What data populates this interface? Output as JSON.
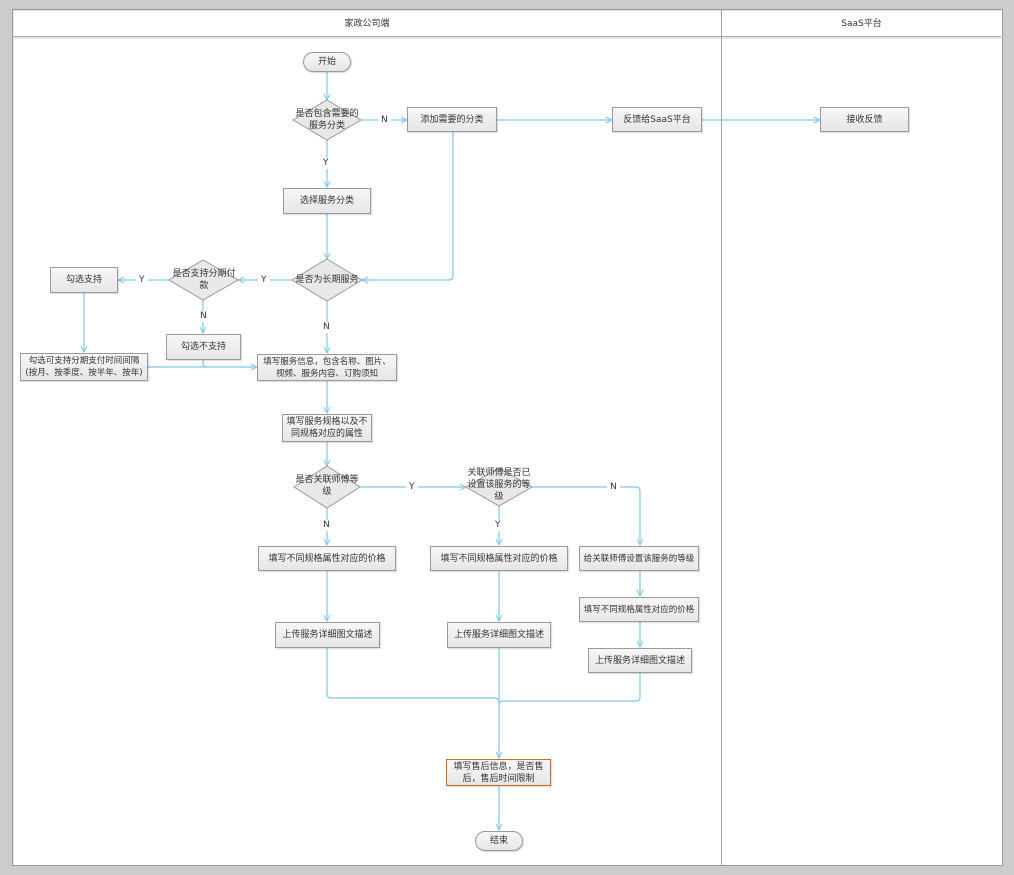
{
  "lanes": [
    {
      "id": "company",
      "title": "家政公司端"
    },
    {
      "id": "saas",
      "title": "SaaS平台"
    }
  ],
  "colors": {
    "background": "#cccccc",
    "connector": "#7fc8ee",
    "node_border": "#9a9a9a",
    "highlight_border": "#d2691e"
  },
  "nodes": {
    "start": "开始",
    "has_category": "是否包含需要的\n服务分类",
    "add_category": "添加需要的分类",
    "feedback_saas": "反馈给SaaS平台",
    "receive_feedback": "接收反馈",
    "select_category": "选择服务分类",
    "is_long_term": "是否为长期服务",
    "support_installment": "是否支持分期付\n款",
    "check_support": "勾选支持",
    "check_not_support": "勾选不支持",
    "select_interval": "勾选可支持分期支付时间间隔\n(按月、按季度、按半年、按年)",
    "fill_service_info": "填写服务信息，包含名称、图片、\n视频、服务内容、订购须知",
    "fill_specs": "填写服务规格以及不\n同规格对应的属性",
    "link_master_level": "是否关联师傅等\n级",
    "master_level_set": "关联师傅是否已\n设置该服务的等\n级",
    "price_a": "填写不同规格属性对应的价格",
    "price_b": "填写不同规格属性对应的价格",
    "set_master_level": "给关联师傅设置该服务的等级",
    "price_c": "填写不同规格属性对应的价格",
    "upload_a": "上传服务详细图文描述",
    "upload_b": "上传服务详细图文描述",
    "upload_c": "上传服务详细图文描述",
    "after_sales": "填写售后信息，是否售\n后，售后时间限制",
    "end": "结束"
  },
  "edge_labels": {
    "has_category_no": "N",
    "has_category_yes": "Y",
    "long_term_yes": "Y",
    "long_term_no": "N",
    "installment_yes": "Y",
    "installment_no": "N",
    "link_level_yes": "Y",
    "link_level_no": "N",
    "level_set_yes": "Y",
    "level_set_no": "N"
  }
}
